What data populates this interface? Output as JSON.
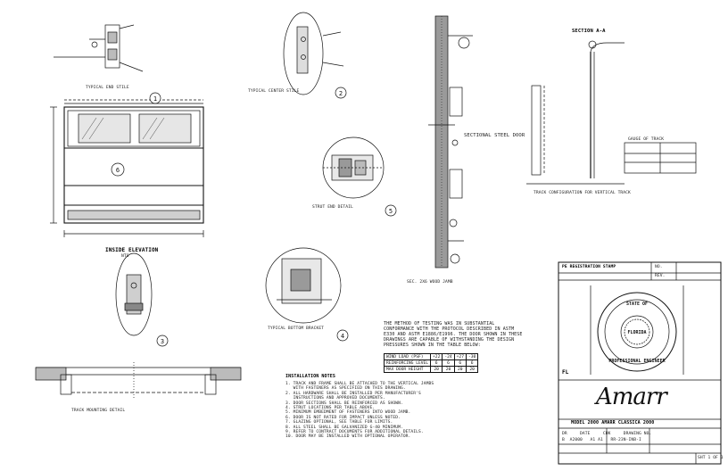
{
  "title_block": {
    "brand": "Amarr",
    "model": "MODEL 2000 AMARR CLASSICA 2000",
    "plate_header": "PE REGISTRATION STAMP",
    "plate_labels": [
      "NO.",
      "REV."
    ],
    "plate_fl": "FL",
    "seal_text": [
      "STATE OF",
      "FLORIDA",
      "PROFESSIONAL ENGINEER"
    ],
    "footer_rows": [
      "DR     DATE     CHK     DRAWING NO.",
      "B  A2000   A1 A1   RR-23N-INB-I"
    ],
    "sheet": "SHT 1 OF 1"
  },
  "test_note": {
    "text": "THE METHOD OF TESTING WAS IN SUBSTANTIAL\nCONFORMANCE WITH THE PROTOCOL DESCRIBED IN ASTM\nE330 AND ASTM E1886/E1996. THE DOOR SHOWN IN THESE\nDRAWINGS ARE CAPABLE OF WITHSTANDING THE DESIGN\nPRESSURES SHOWN IN THE TABLE BELOW:",
    "wind_row_label": "WIND LOAD (PSF)",
    "wind_values": [
      "+22",
      "-24",
      "+27",
      "-30"
    ],
    "reinf_label": "REINFORCING LEVEL",
    "reinf_values": [
      "6",
      "6",
      "6",
      "6"
    ],
    "door_label": "MAX DOOR HEIGHT",
    "door_values": [
      "20",
      "20",
      "20",
      "20"
    ]
  },
  "labels": {
    "inside_elevation": "INSIDE ELEVATION",
    "inside_elevation_sub": "NTS",
    "section_a": "SECTION A-A",
    "typical_stile": "TYPICAL END STILE",
    "typical_center_stile": "TYPICAL CENTER STILE",
    "track_detail": "TRACK MOUNTING DETAIL",
    "bottom_bracket": "TYPICAL BOTTOM BRACKET",
    "strut_detail": "STRUT END DETAIL",
    "track_config": "TRACK CONFIGURATION FOR VERTICAL TRACK",
    "wall_jamb": "SEC. 2X6 WOOD JAMB",
    "gauge_table_header": "GAUGE OF TRACK",
    "section_stamp": "SECTIONAL STEEL DOOR"
  },
  "notes_block": {
    "title": "INSTALLATION NOTES",
    "lines": [
      "1. TRACK AND FRAME SHALL BE ATTACHED TO THE VERTICAL JAMBS",
      "   WITH FASTENERS AS SPECIFIED ON THIS DRAWING.",
      "2. ALL HARDWARE SHALL BE INSTALLED PER MANUFACTURER'S",
      "   INSTRUCTIONS AND APPROVED DOCUMENTS.",
      "3. DOOR SECTIONS SHALL BE REINFORCED AS SHOWN.",
      "4. STRUT LOCATIONS PER TABLE ABOVE.",
      "5. MINIMUM EMBEDMENT OF FASTENERS INTO WOOD JAMB.",
      "6. DOOR IS NOT RATED FOR IMPACT UNLESS NOTED.",
      "7. GLAZING OPTIONAL, SEE TABLE FOR LIMITS.",
      "8. ALL STEEL SHALL BE GALVANIZED G-40 MINIMUM.",
      "9. REFER TO CONTRACT DOCUMENTS FOR ADDITIONAL DETAILS.",
      "10. DOOR MAY BE INSTALLED WITH OPTIONAL OPERATOR."
    ]
  },
  "callouts": [
    "1",
    "2",
    "3",
    "4",
    "5",
    "6"
  ]
}
